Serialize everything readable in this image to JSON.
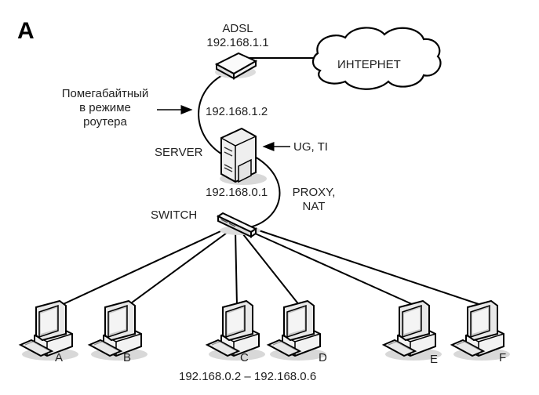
{
  "figure_letter": "A",
  "router": {
    "name": "ADSL",
    "ip": "192.168.1.1"
  },
  "internet": {
    "label": "ИНТЕРНЕТ"
  },
  "modem_note": {
    "line1": "Помегабайтный",
    "line2": "в режиме",
    "line3": "роутера"
  },
  "link_ip": "192.168.1.2",
  "server": {
    "name": "SERVER",
    "ip": "192.168.0.1",
    "software": "UG, TI",
    "services_line1": "PROXY,",
    "services_line2": "NAT"
  },
  "switch": {
    "name": "SWITCH"
  },
  "clients": [
    {
      "label": "A"
    },
    {
      "label": "B"
    },
    {
      "label": "C"
    },
    {
      "label": "D"
    },
    {
      "label": "E"
    },
    {
      "label": "F"
    }
  ],
  "client_range": "192.168.0.2 – 192.168.0.6"
}
